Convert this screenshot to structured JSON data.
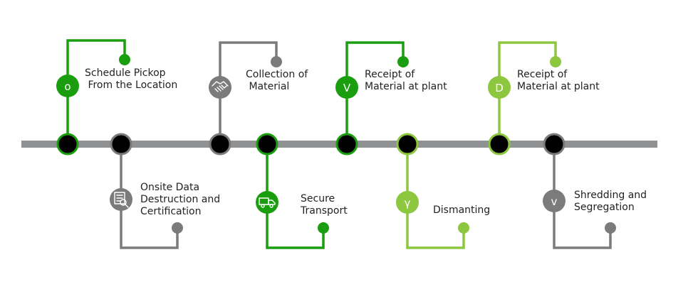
{
  "colors": {
    "timeline": "#8f9193",
    "dark_green": "#1a9e0f",
    "light_green": "#8dc63f",
    "gray": "#7b7b7b",
    "node_fill": "#000000"
  },
  "steps": [
    {
      "label": "Schedule Pickop\n From the Location",
      "icon": "letter-o-icon",
      "glyph": "o",
      "color": "dark_green",
      "side": "top"
    },
    {
      "label": "Onsite Data\nDestruction and\nCertification",
      "icon": "shredder-document-icon",
      "glyph": "",
      "color": "gray",
      "side": "bottom"
    },
    {
      "label": "Collection of\n Material",
      "icon": "handshake-icon",
      "glyph": "",
      "color": "gray",
      "side": "top"
    },
    {
      "label": "Secure\nTransport",
      "icon": "truck-icon",
      "glyph": "",
      "color": "dark_green",
      "side": "bottom"
    },
    {
      "label": "Receipt of\nMaterial at plant",
      "icon": "letter-v-icon",
      "glyph": "V",
      "color": "dark_green",
      "side": "top"
    },
    {
      "label": "Dismanting",
      "icon": "letter-gamma-icon",
      "glyph": "γ",
      "color": "light_green",
      "side": "bottom"
    },
    {
      "label": "Receipt of\nMaterial at plant",
      "icon": "letter-d-icon",
      "glyph": "D",
      "color": "light_green",
      "side": "top"
    },
    {
      "label": "Shredding and\nSegregation",
      "icon": "letter-v-small-icon",
      "glyph": "v",
      "color": "gray",
      "side": "bottom"
    }
  ]
}
